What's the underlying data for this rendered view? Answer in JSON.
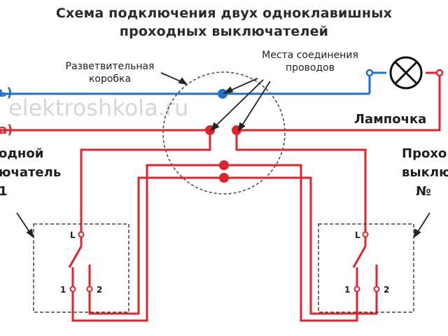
{
  "title": {
    "line1": "Схема подключения двух одноклавишных",
    "line2": "проходных выключателей"
  },
  "labels": {
    "junction_box_line1": "Разветвительная",
    "junction_box_line2": "коробка",
    "connections_line1": "Места соединения",
    "connections_line2": "проводов",
    "lamp": "Лампочка",
    "neutral_fragment": "ь)",
    "phase_fragment": "а)",
    "left_switch_line1": "одной",
    "left_switch_line2": "ючатель",
    "left_switch_line3": "1",
    "right_switch_line1": "Прохо",
    "right_switch_line2": "выклю",
    "right_switch_line3": "№",
    "watermark": "elektroshkola.ru"
  },
  "terminals": {
    "left": {
      "l": "L",
      "t1": "1",
      "t2": "2"
    },
    "right": {
      "l": "L",
      "t1": "1",
      "t2": "2"
    }
  },
  "colors": {
    "neutral_wire": "#1f6fd1",
    "phase_wire": "#e0242b",
    "dashed_outline": "#444444",
    "text": "#1e1e1e"
  }
}
